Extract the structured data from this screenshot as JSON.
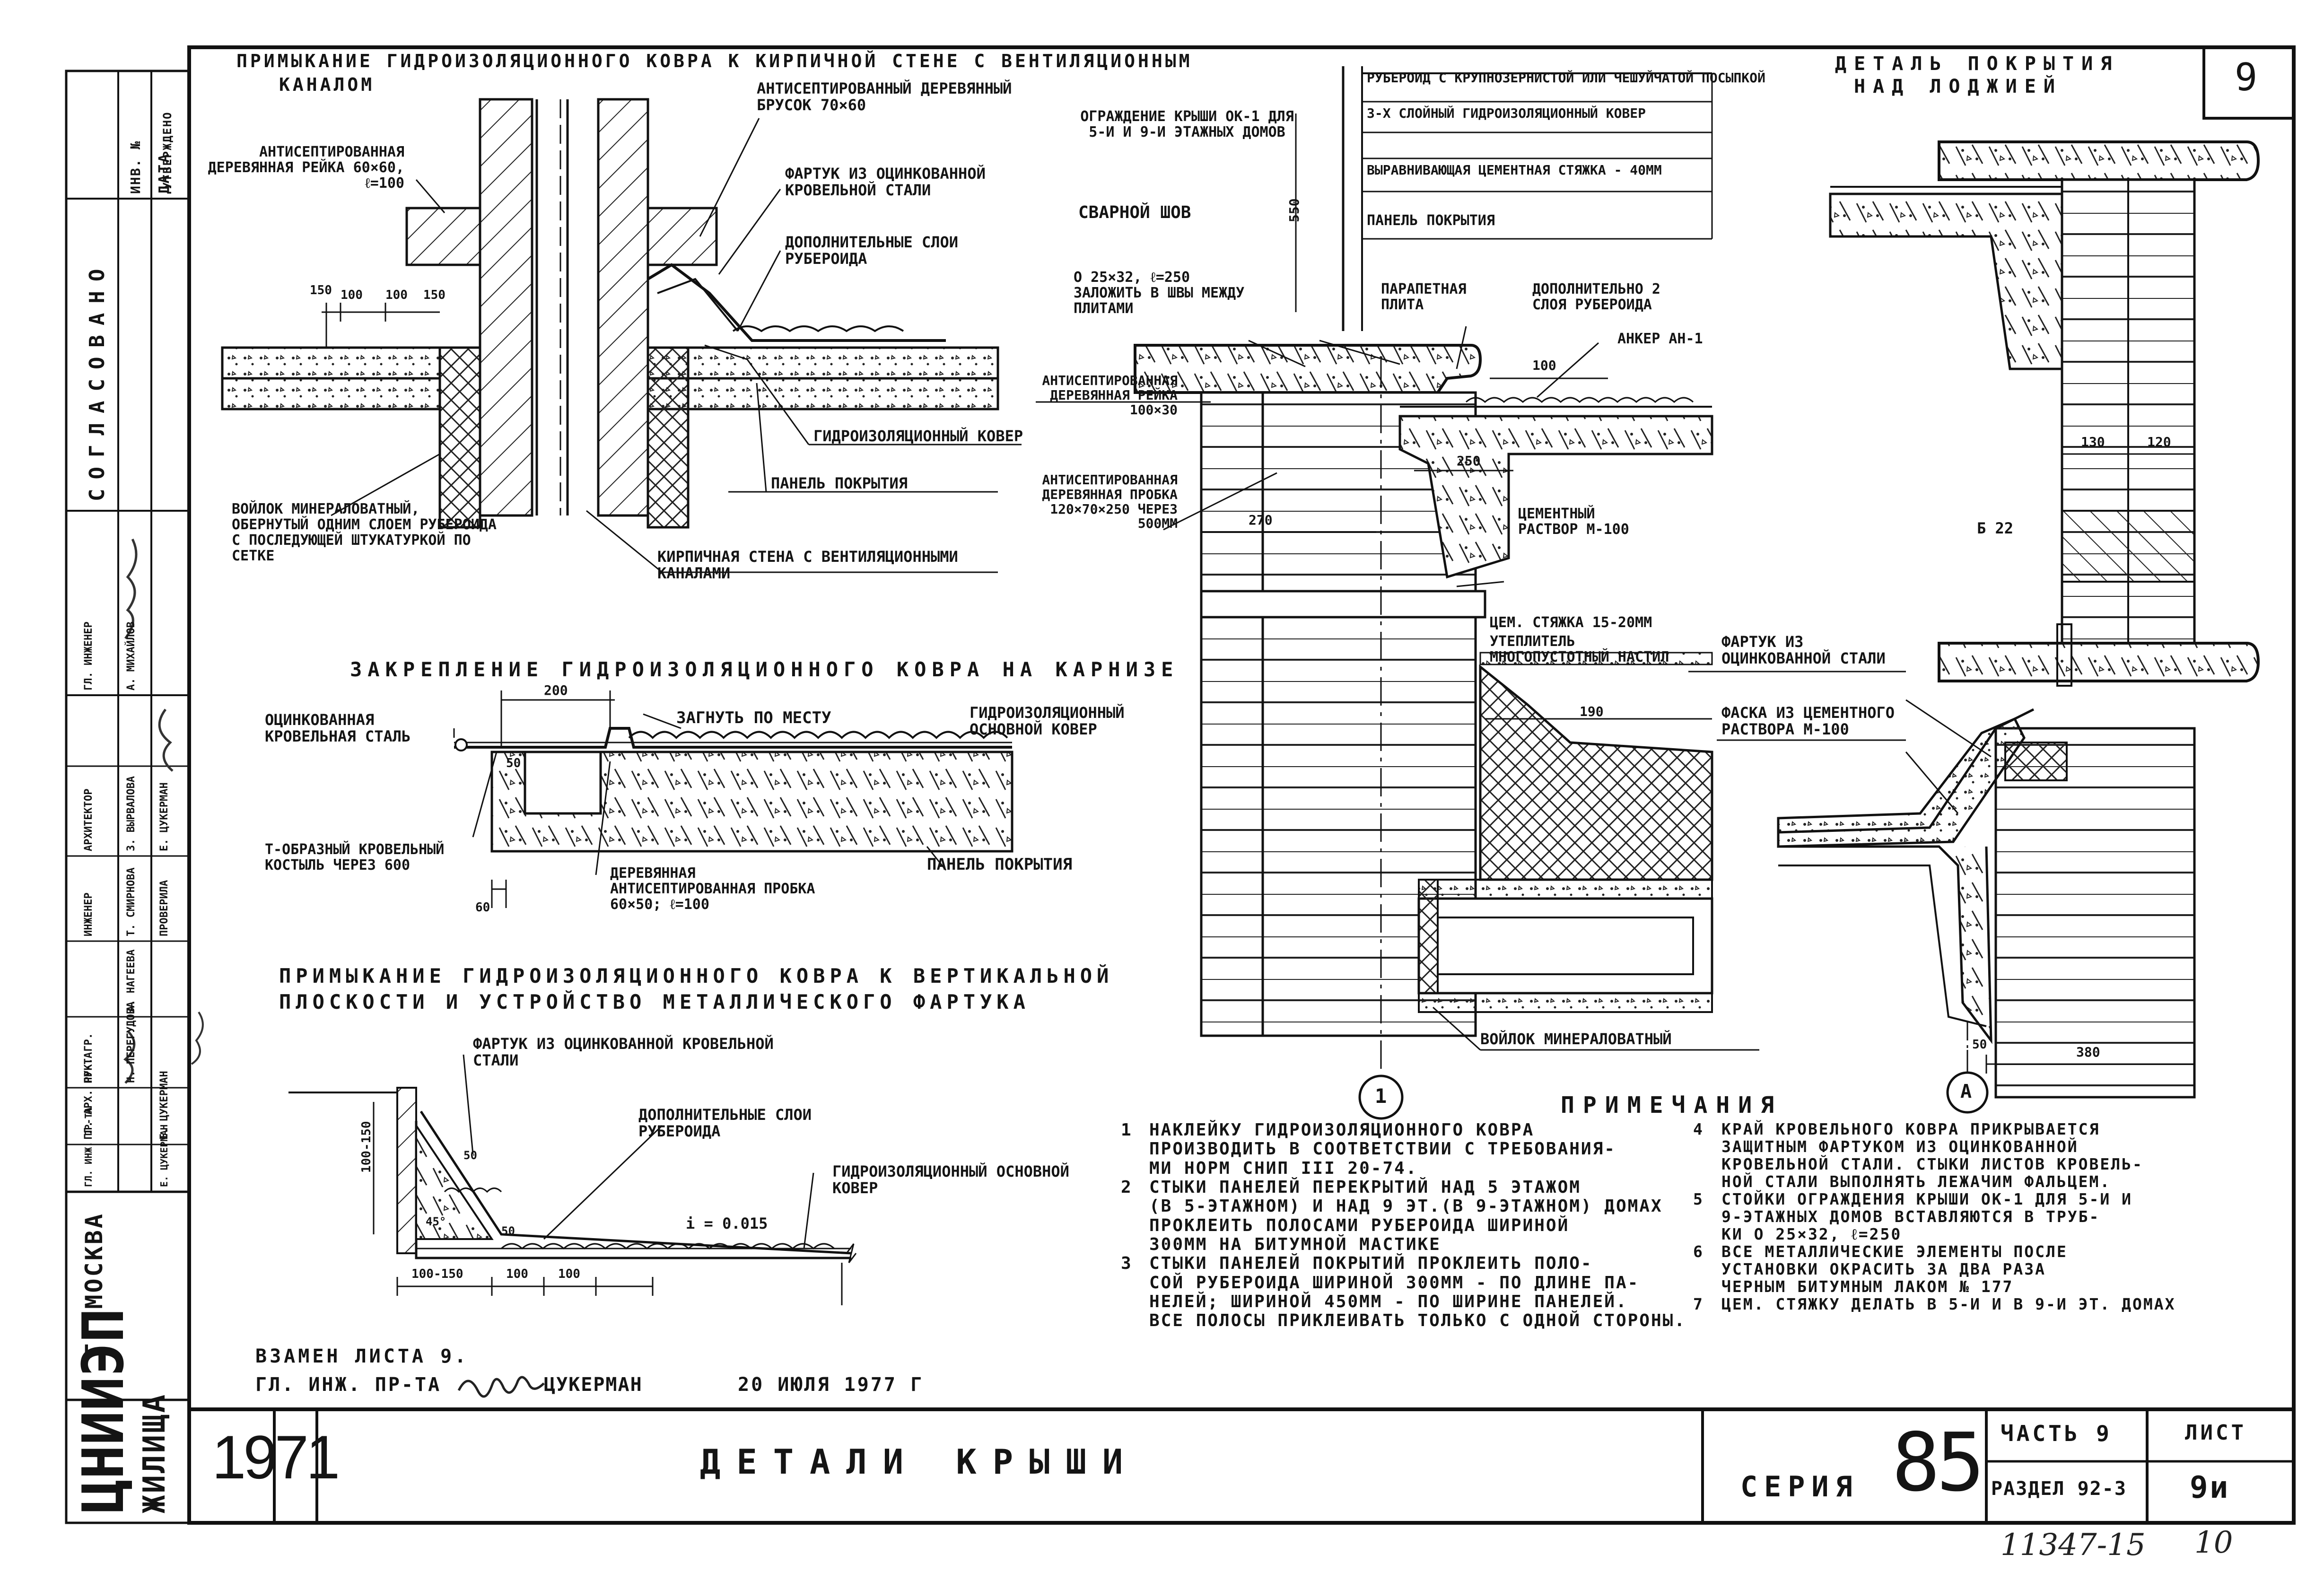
{
  "title_block": {
    "year": "1971",
    "drawing_title": "Детали крыши",
    "series_label": "серия",
    "series_number": "85",
    "part": "Часть 9",
    "section": "Раздел 92-3",
    "sheet_label": "Лист",
    "sheet_number": "9и",
    "sheet_corner": "9",
    "org_code": "ЦНИИЭП",
    "org_suffix": "жилища",
    "org_city": "г. Москва",
    "archive_code": "11347-15",
    "page_no": "10"
  },
  "replace_note": {
    "line1": "Взамен листа 9.",
    "line2_prefix": "Гл. инж. пр-та",
    "surname": "Цукерман",
    "date": "20 июля 1977 г"
  },
  "left_stamp": {
    "header_date": "Дата",
    "header_inv": "Инв. №",
    "header_agreed": "Согласовано",
    "rows": [
      [
        "Гл. инженер",
        "А. Михайлов"
      ],
      [
        "Архитектор",
        "З. Вырвалова"
      ],
      [
        "Инженер",
        "Т. Смирнова"
      ],
      [
        "",
        "А. Нагеева"
      ],
      [
        "Проверила",
        "Е. Цукерман"
      ],
      [
        "Рук. гр.",
        "Н. Перегудова"
      ],
      [
        "Гл. арх. пр-та",
        "Е. Цукерман"
      ],
      [
        "Гл. инж. пр-та",
        "Е. Цукерман"
      ]
    ],
    "stamp_text": "УТВЕРЖДЕНО"
  },
  "detail_chimney": {
    "title_l1": "Примыкание гидроизоляционного ковра к кирпичной стене с вентиляционным",
    "title_l2": "каналом",
    "labels": {
      "antiseptic_bar": "Антисептированный деревянный брусок 70×60",
      "antiseptic_strip": "Антисептированная деревянная рейка 60×60, ℓ=100",
      "apron": "Фартук из оцинкованной кровельной стали",
      "extra_layers": "Дополнительные слои рубероида",
      "carpet": "Гидроизоляционный ковер",
      "panel": "Панель покрытия",
      "felt": "Войлок минераловатный, обернутый одним слоем рубероида с последующей штукатуркой по сетке",
      "brick_wall": "Кирпичная стена с вентиляционными каналами",
      "dims": [
        "150",
        "100",
        "100",
        "150"
      ]
    }
  },
  "detail_cornice": {
    "title": "Закрепление гидроизоляционного ковра на карнизе",
    "labels": {
      "steel": "Оцинкованная кровельная сталь",
      "bend": "Загнуть по месту",
      "carpet": "Гидроизоляционный основной ковер",
      "crutch": "Т-образный кровельный костыль через 600",
      "plug": "Деревянная антисептированная пробка 60×50; ℓ=100",
      "panel": "Панель покрытия",
      "dims": [
        "200",
        "50",
        "60"
      ]
    }
  },
  "detail_vertical": {
    "title_l1": "Примыкание гидроизоляционного ковра к вертикальной",
    "title_l2": "плоскости и устройство металлического фартука",
    "labels": {
      "apron": "Фартук из оцинкованной кровельной стали",
      "extra_layers": "Дополнительные слои рубероида",
      "carpet": "Гидроизоляционный основной ковер",
      "slope": "i = 0.015",
      "dims": [
        "100-150",
        "100",
        "100",
        "100-150",
        "50",
        "50",
        "45°"
      ]
    }
  },
  "detail_parapet": {
    "labels": {
      "layers_1": "Рубероид с крупнозернистой или чешуйчатой посыпкой",
      "layers_2": "3-х слойный гидроизоляционный ковер",
      "layers_3": "Выравнивающая цементная стяжка - 40мм",
      "layers_4": "Панель покрытия",
      "fence": "Ограждение крыши ОК-1 для 5-и и 9-и этажных домов",
      "weld": "Сварной шов",
      "pipe": "о 25×32, ℓ=250 заложить в швы между плитами",
      "parapet": "Парапетная плита",
      "extra_layers": "Дополнительно 2 слоя рубероида",
      "anchor": "Анкер АН-1",
      "strip": "Антисептированная деревянная рейка 100×30",
      "plug": "Антисептированная деревянная пробка 120×70×250 через 500мм",
      "mortar": "Цементный раствор М-100",
      "screed": "Цем. стяжка 15-20мм",
      "insulation": "Утеплитель многопустотный настил",
      "felt": "Войлок минераловатный",
      "dims": [
        "550",
        "100",
        "250",
        "270",
        "190"
      ],
      "marker": "1"
    }
  },
  "detail_loggia": {
    "title_l1": "Деталь покрытия",
    "title_l2": "над лоджией",
    "labels": {
      "apron": "Фартук из оцинкованной стали",
      "chamfer": "Фаска из цементного раствора М-100",
      "b22": "Б 22",
      "dims": [
        "130",
        "120",
        "50",
        "380"
      ],
      "marker": "А"
    }
  },
  "notes": {
    "heading": "Примечания",
    "items": [
      {
        "n": "1",
        "lines": [
          "Наклейку гидроизоляционного ковра",
          "производить в соответствии с требования-",
          "ми норм СНиП III 20-74."
        ]
      },
      {
        "n": "2",
        "lines": [
          "Стыки панелей перекрытий над 5 этажом",
          "(в 5-этажном) и над 9 эт.(в 9-этажном) домах",
          "проклеить полосами рубероида шириной",
          "300мм на битумной мастике"
        ]
      },
      {
        "n": "3",
        "lines": [
          "Стыки панелей покрытий проклеить поло-",
          "сой рубероида шириной 300мм - по длине па-",
          "нелей; шириной 450мм - по ширине панелей.",
          "Все полосы приклеивать только с одной стороны."
        ]
      },
      {
        "n": "4",
        "lines": [
          "Край кровельного ковра прикрывается",
          "защитным фартуком из оцинкованной",
          "кровельной стали. Стыки листов кровель-",
          "ной стали выполнять лежачим фальцем."
        ]
      },
      {
        "n": "5",
        "lines": [
          "Стойки ограждения крыши ОК-1 для 5-и и",
          "9-этажных домов вставляются в труб-",
          "ки о 25×32, ℓ=250"
        ]
      },
      {
        "n": "6",
        "lines": [
          "Все металлические элементы после",
          "установки окрасить за два раза",
          "черным битумным лаком № 177"
        ]
      },
      {
        "n": "7",
        "lines": [
          "Цем. стяжку делать в 5-и и в 9-и эт. домах"
        ]
      }
    ]
  }
}
